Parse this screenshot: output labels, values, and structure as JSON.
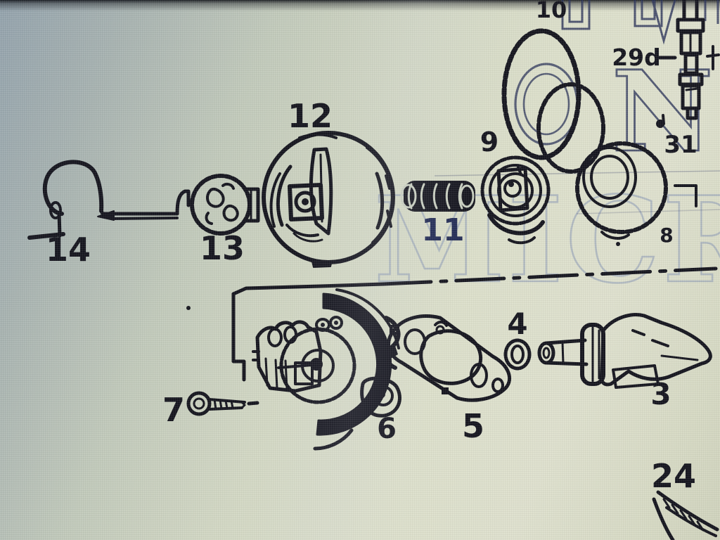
{
  "parts": {
    "p3": {
      "label": "3"
    },
    "p4": {
      "label": "4"
    },
    "p5": {
      "label": "5"
    },
    "p6": {
      "label": "6"
    },
    "p7": {
      "label": "7"
    },
    "p8": {
      "label": "8"
    },
    "p9": {
      "label": "9"
    },
    "p10": {
      "label": "10"
    },
    "p11": {
      "label": "11"
    },
    "p12": {
      "label": "12"
    },
    "p13": {
      "label": "13"
    },
    "p14": {
      "label": "14"
    },
    "p24": {
      "label": "24"
    },
    "p29": {
      "label": "29d"
    },
    "p31": {
      "label": "31"
    }
  },
  "watermark": {
    "o": "O",
    "nl": "NL",
    "micro": "MICRO"
  },
  "colors": {
    "ink": "#15151e",
    "navy_label": "#232c55",
    "watermark_navy": "#2a3258",
    "watermark_light": "#8c9ab6",
    "bg_blue": "#93a2ac",
    "bg_beige": "#dcdfca"
  }
}
